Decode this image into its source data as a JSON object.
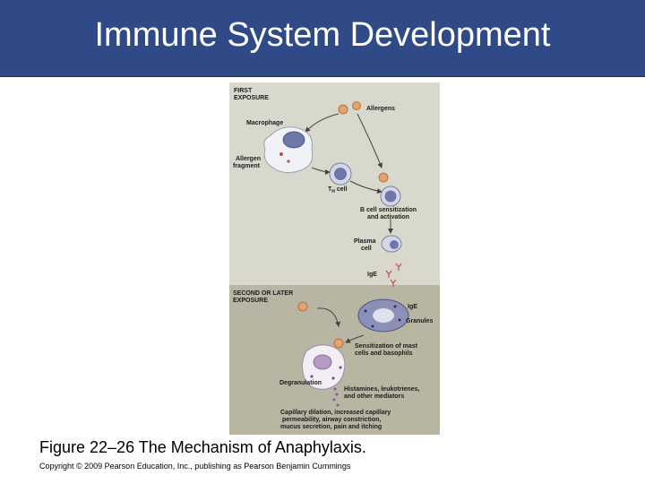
{
  "slide": {
    "title": "Immune System Development",
    "caption": "Figure 22–26 The Mechanism of Anaphylaxis.",
    "copyright": "Copyright © 2009 Pearson Education, Inc., publishing as Pearson Benjamin Cummings"
  },
  "figure": {
    "first_exposure_line1": "FIRST",
    "first_exposure_line2": "EXPOSURE",
    "allergens": "Allergens",
    "macrophage": "Macrophage",
    "allergen_fragment_line1": "Allergen",
    "allergen_fragment_line2": "fragment",
    "th_cell_main": "T",
    "th_cell_sub": "H",
    "th_cell_suffix": " cell",
    "b_cell_line1": "B cell sensitization",
    "b_cell_line2": "and activation",
    "plasma_line1": "Plasma",
    "plasma_line2": "cell",
    "ige_first": "IgE",
    "second_exposure_line1": "SECOND OR LATER",
    "second_exposure_line2": "EXPOSURE",
    "ige_second": "IgE",
    "granules": "Granules",
    "sensitization_line1": "Sensitization of mast",
    "sensitization_line2": "cells and basophils",
    "degranulation": "Degranulation",
    "mediators_line1": "Histamines, leukotrienes,",
    "mediators_line2": "and other mediators",
    "effects_line1": "Capillary dilation, increased capillary",
    "effects_line2": "permeability, airway constriction,",
    "effects_line3": "mucus secretion, pain and itching"
  }
}
